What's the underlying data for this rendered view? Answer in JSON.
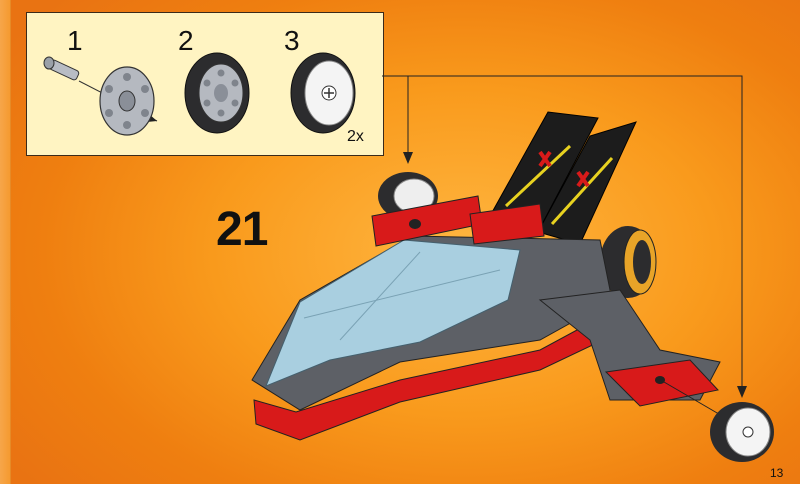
{
  "sub_steps": [
    {
      "label": "1"
    },
    {
      "label": "2"
    },
    {
      "label": "3"
    }
  ],
  "quantity": "2x",
  "step_number": "21",
  "page_number": "13",
  "colors": {
    "background": "#f99a1c",
    "callout_box": "#fff4c2",
    "hull_red": "#d81a1a",
    "dark_gray": "#5d6066",
    "canopy": "#a9cfe0",
    "wing_black": "#1c1c1c"
  }
}
